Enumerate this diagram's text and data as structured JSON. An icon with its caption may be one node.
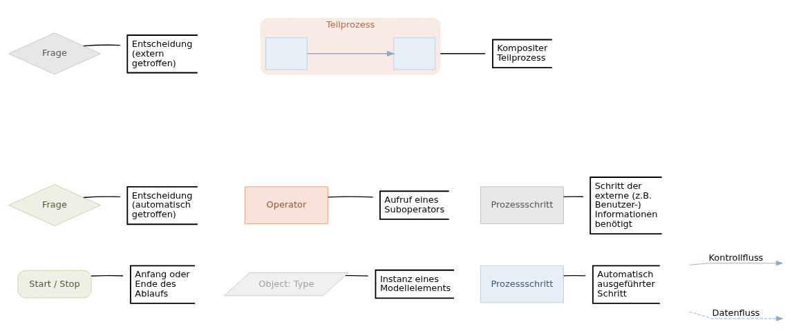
{
  "diagram": {
    "nodes": [
      {
        "text": [
          "Start / Stop"
        ]
      },
      {
        "text": [
          "Anfang oder Ende des Ablaufs"
        ]
      },
      {
        "text": [
          "Object: Type"
        ]
      },
      {
        "text": [
          "Instanz eines Modellelements"
        ]
      },
      {
        "text": [
          "Prozessschritt"
        ]
      },
      {
        "text": [
          "Automatisch ausgeführter Schritt"
        ]
      },
      {
        "text": [
          "Frage"
        ]
      },
      {
        "text": [
          "Entscheidung (automatisch getroffen)"
        ]
      },
      {
        "text": [
          "Operator"
        ]
      },
      {
        "text": [
          "Aufruf eines Suboperators"
        ]
      },
      {
        "text": [
          "Prozessschritt"
        ]
      },
      {
        "text": [
          "Schritt der externe (z.B. Benutzer-) Informationen benötigt"
        ]
      },
      {
        "text": [
          "Frage"
        ]
      },
      {
        "text": [
          "Entscheidung (extern getroffen)"
        ]
      },
      {
        "text": [
          "Teilprozess"
        ]
      },
      {
        "text": [],
        "shape": "box",
        "in": 14
      },
      {
        "text": [],
        "shape": "box",
        "in": 14
      },
      {
        "text": [
          "Kompositer Teilprozess"
        ]
      }
    ],
    "edges": [
      {
        "from": 1,
        "to": 0,
        "arrow": "none"
      },
      {
        "from": 3,
        "to": 2,
        "arrow": "none"
      },
      {
        "from": 5,
        "to": 4,
        "arrow": "none"
      },
      {
        "from": 7,
        "to": 6,
        "arrow": "none"
      },
      {
        "from": 9,
        "to": 8,
        "arrow": "none"
      },
      {
        "from": 11,
        "to": 10,
        "arrow": "none"
      },
      {
        "from": 13,
        "to": 12,
        "arrow": "none"
      },
      {
        "from": 15,
        "to": 16,
        "arrow": "to",
        "color": "#8eaacb"
      },
      {
        "from": 17,
        "to": 14,
        "arrow": "none"
      }
    ],
    "legend": [
      {
        "text": "Kontrollfluss"
      },
      {
        "text": "Datenfluss"
      }
    ]
  }
}
